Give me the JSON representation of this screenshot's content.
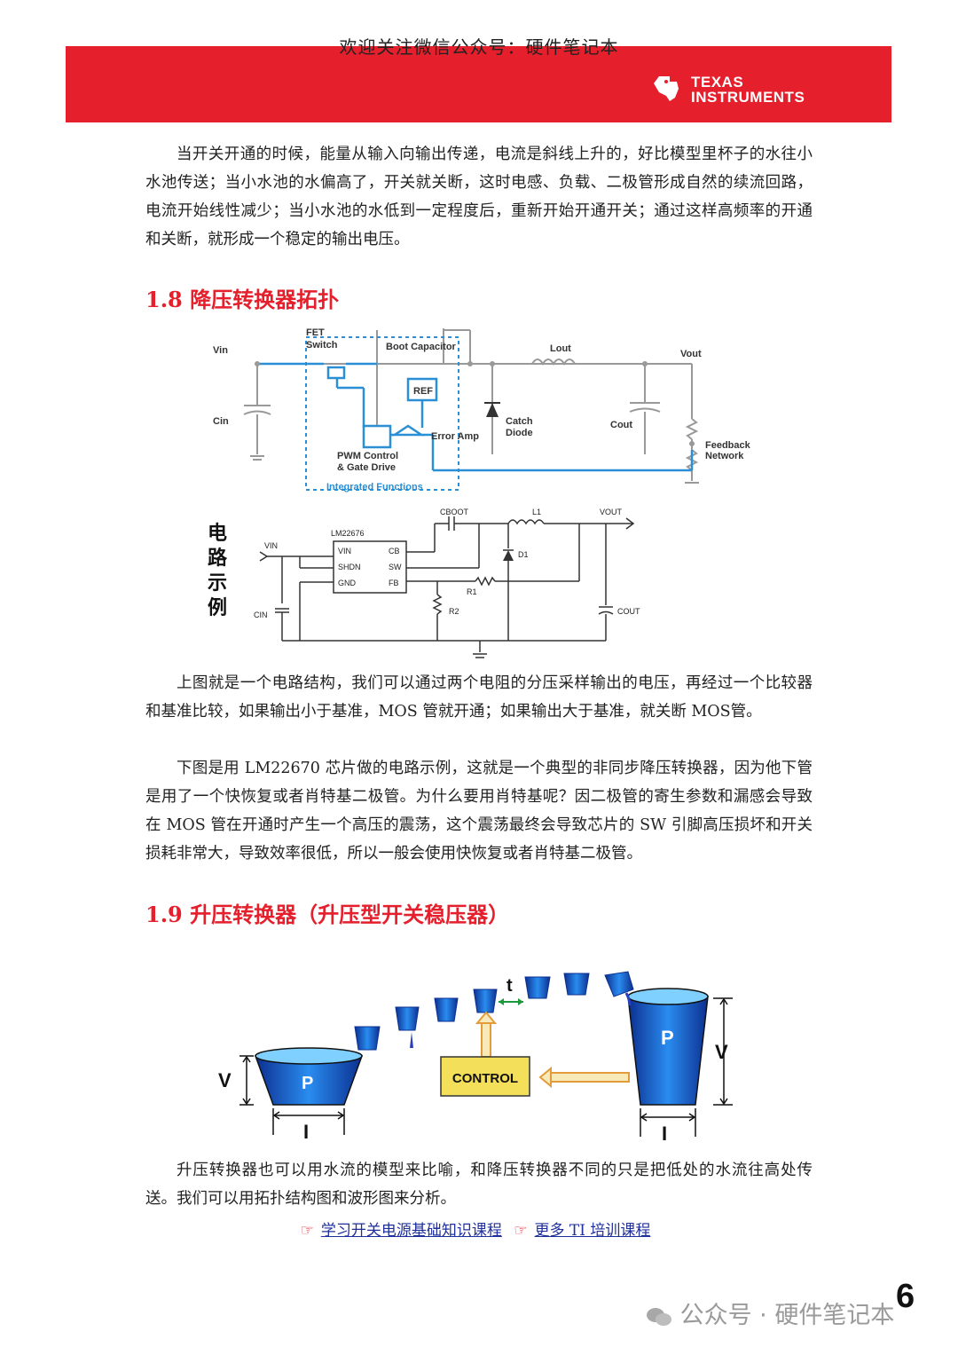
{
  "header": {
    "top_note": "欢迎关注微信公众号：硬件笔记本",
    "brand_line1": "TEXAS",
    "brand_line2": "INSTRUMENTS",
    "brand_color": "#e51f2b"
  },
  "para1": "当开关开通的时候，能量从输入向输出传递，电流是斜线上升的，好比模型里杯子的水往小水池传送；当小水池的水偏高了，开关就关断，这时电感、负载、二极管形成自然的续流回路，电流开始线性减少；当小水池的水低到一定程度后，重新开始开通开关；通过这样高频率的开通和关断，就形成一个稳定的输出电压。",
  "section18": {
    "num": "1.8",
    "title": "降压转换器拓扑"
  },
  "diagram1": {
    "vin": "Vin",
    "fet_switch_1": "FET",
    "fet_switch_2": "Switch",
    "boot_cap": "Boot Capacitor",
    "lout": "Lout",
    "vout": "Vout",
    "ref": "REF",
    "cin": "Cin",
    "catch_1": "Catch",
    "catch_2": "Diode",
    "cout": "Cout",
    "error_amp": "Error Amp",
    "feedback_1": "Feedback",
    "feedback_2": "Network",
    "pwm_1": "PWM Control",
    "pwm_2": "& Gate Drive",
    "integrated": "Integrated Functions"
  },
  "diagram2": {
    "side_label": [
      "电",
      "路",
      "示",
      "例"
    ],
    "chip": "LM22676",
    "vin": "VIN",
    "cboot": "CBOOT",
    "l1": "L1",
    "vout": "VOUT",
    "pin_vin": "VIN",
    "pin_cb": "CB",
    "pin_shdn": "SHDN",
    "pin_sw": "SW",
    "pin_gnd": "GND",
    "pin_fb": "FB",
    "d1": "D1",
    "r1": "R1",
    "r2": "R2",
    "cin": "CIN",
    "cout": "COUT"
  },
  "para2": "上图就是一个电路结构，我们可以通过两个电阻的分压采样输出的电压，再经过一个比较器和基准比较，如果输出小于基准，MOS 管就开通；如果输出大于基准，就关断 MOS管。",
  "para3": "下图是用 LM22670 芯片做的电路示例，这就是一个典型的非同步降压转换器，因为他下管是用了一个快恢复或者肖特基二极管。为什么要用肖特基呢？因二极管的寄生参数和漏感会导致在 MOS 管在开通时产生一个高压的震荡，这个震荡最终会导致芯片的 SW 引脚高压损坏和开关损耗非常大，导致效率很低，所以一般会使用快恢复或者肖特基二极管。",
  "section19": {
    "num": "1.9",
    "title": "升压转换器（升压型开关稳压器）"
  },
  "diagram3": {
    "p_left": "P",
    "p_right": "P",
    "v_left": "V",
    "v_right": "V",
    "i_left": "I",
    "i_right": "I",
    "t": "t",
    "control": "CONTROL"
  },
  "para4": "升压转换器也可以用水流的模型来比喻，和降压转换器不同的只是把低处的水流往高处传送。我们可以用拓扑结构图和波形图来分析。",
  "links": {
    "link1": "学习开关电源基础知识课程",
    "link2": "更多 TI 培训课程",
    "hand": "☞"
  },
  "footer": {
    "watermark": "公众号 · 硬件笔记本",
    "page": "6"
  }
}
